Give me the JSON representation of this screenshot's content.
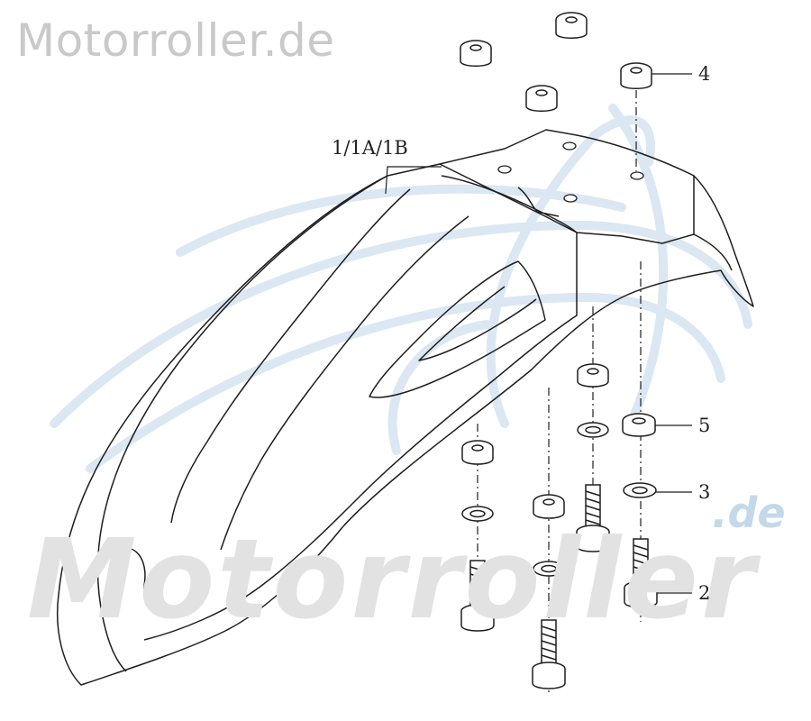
{
  "watermarks": {
    "top_text": "Motorroller.de",
    "big_text": "Motorroller",
    "big_suffix": ".de"
  },
  "labels": {
    "fender": "1/1A/1B",
    "part_2": "2",
    "part_3": "3",
    "part_4": "4",
    "part_5": "5"
  },
  "colors": {
    "line": "#1e1e1e",
    "watermark_grey": "#c9c9c9",
    "watermark_blue": "#c4d8ea"
  }
}
